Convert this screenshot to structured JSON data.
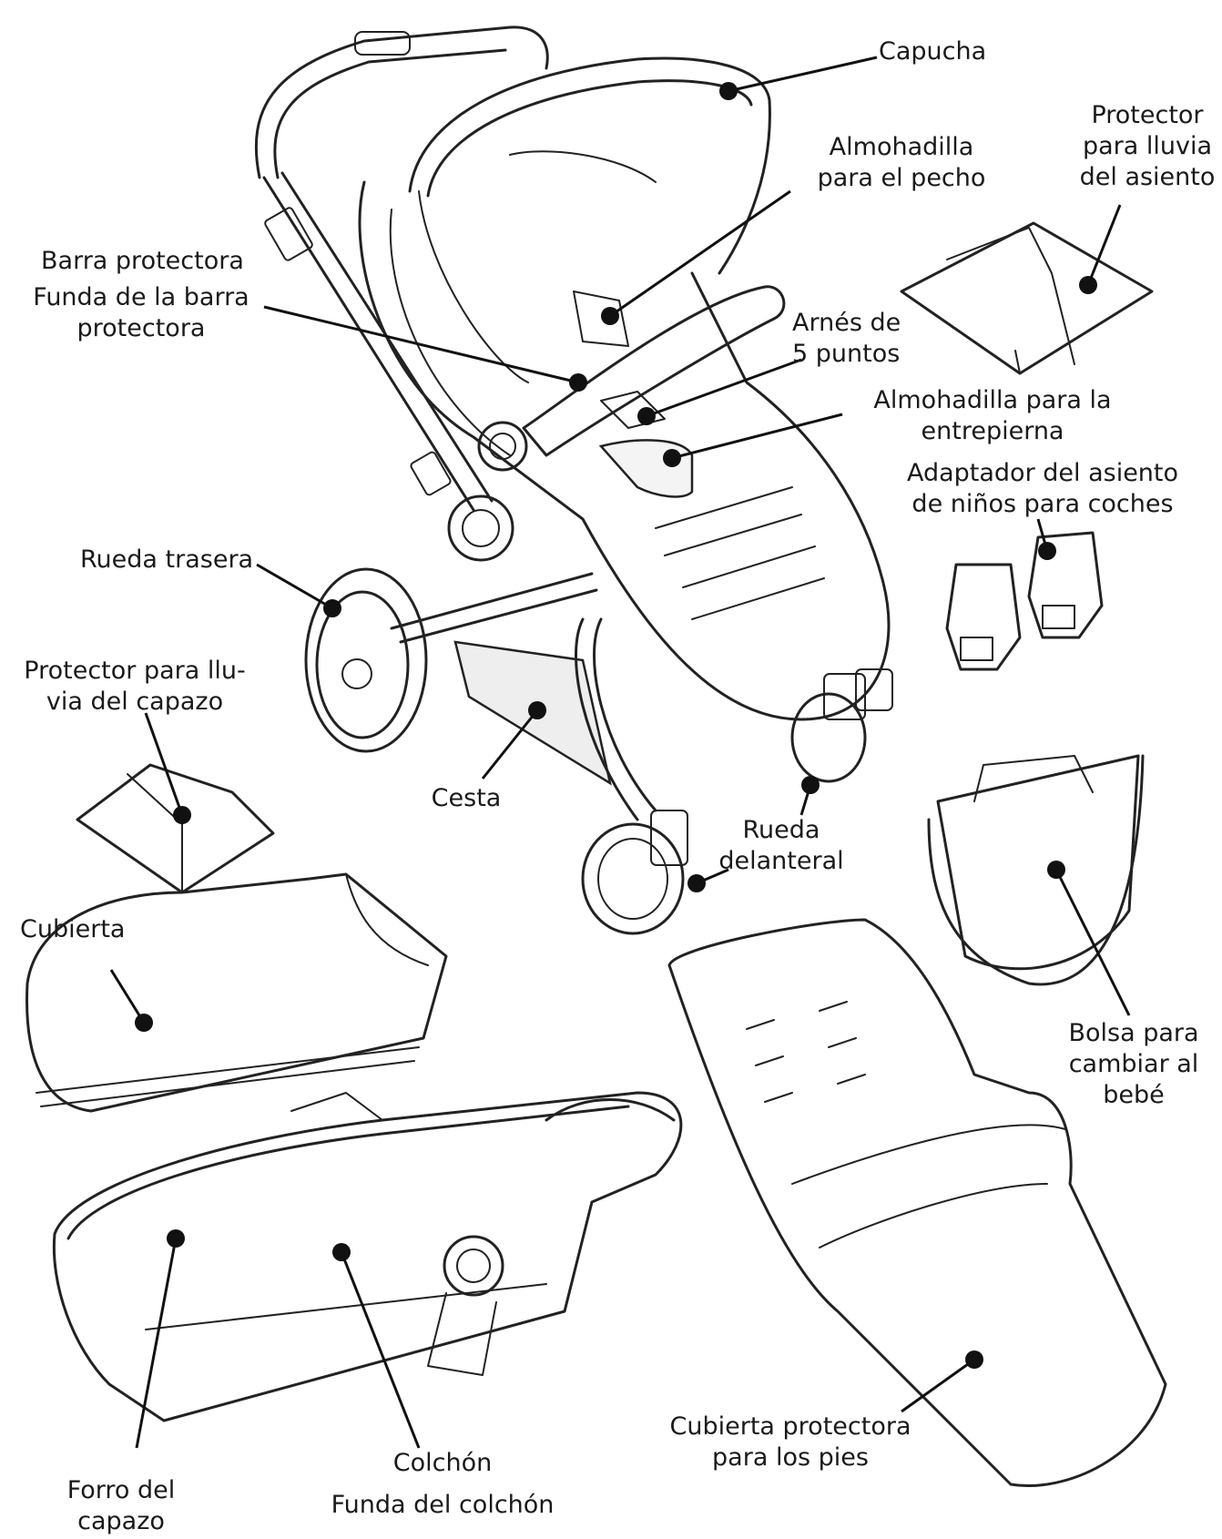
{
  "labels": {
    "capucha": [
      "Capucha"
    ],
    "almohadilla_pecho": [
      "Almohadilla",
      "para el pecho"
    ],
    "protector_lluvia_asiento": [
      "Protector",
      "para lluvia",
      "del asiento"
    ],
    "barra_protectora": [
      "Barra protectora"
    ],
    "funda_barra": [
      "Funda de la barra",
      "protectora"
    ],
    "arnes": [
      "Arnés de",
      "5 puntos"
    ],
    "almohadilla_entrepierna": [
      "Almohadilla para la",
      "entrepierna"
    ],
    "adaptador": [
      "Adaptador del asiento",
      "de niños para coches"
    ],
    "rueda_trasera": [
      "Rueda trasera"
    ],
    "protector_lluvia_capazo": [
      "Protector para llu-",
      "via del capazo"
    ],
    "cesta": [
      "Cesta"
    ],
    "rueda_delantera": [
      "Rueda",
      "delanteral"
    ],
    "bolsa": [
      "Bolsa para",
      "cambiar al",
      "bebé"
    ],
    "cubierta": [
      "Cubierta"
    ],
    "colchon": [
      "Colchón"
    ],
    "funda_colchon": [
      "Funda del colchón"
    ],
    "forro_capazo": [
      "Forro del",
      "capazo"
    ],
    "cubierta_pies": [
      "Cubierta protectora",
      "para los pies"
    ]
  },
  "colors": {
    "ink": "#222222",
    "leader": "#111111",
    "shade": "#eeeeee",
    "background": "#ffffff"
  }
}
